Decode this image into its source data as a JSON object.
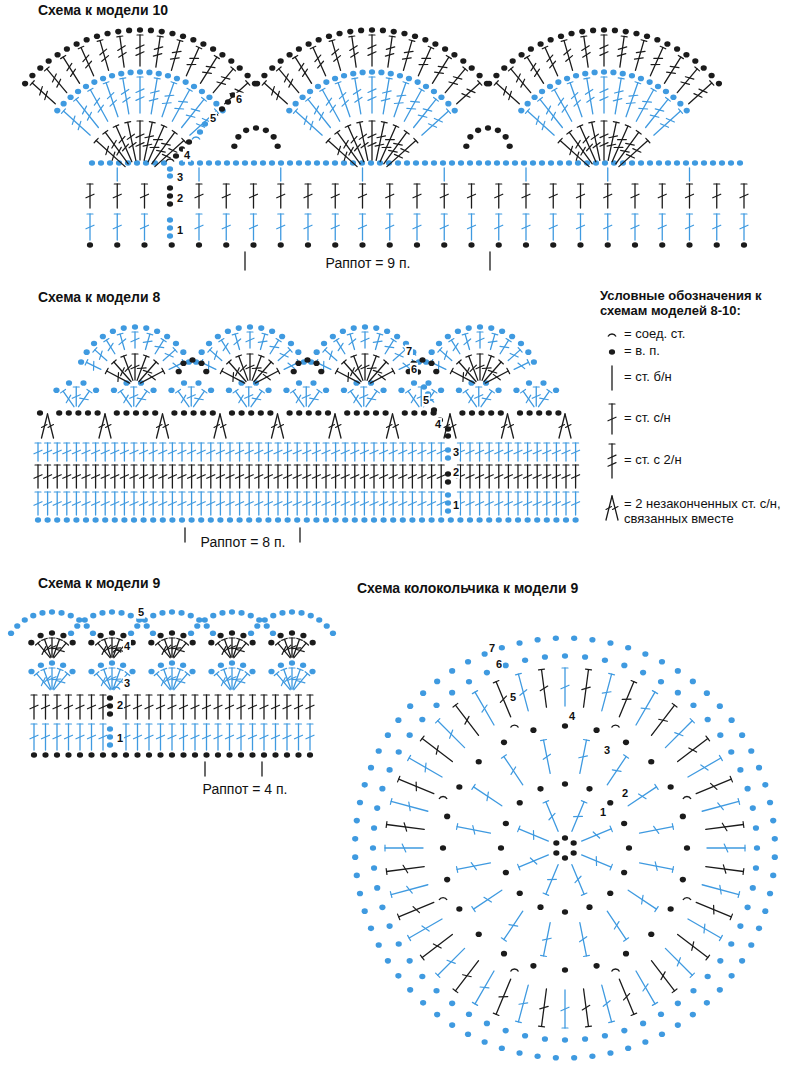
{
  "diagram": {
    "labels": [
      "Схема к модели 10",
      "1",
      "2",
      "3",
      "4",
      "5",
      "6",
      "Раппот = 9 п.",
      "Схема к модели 8",
      "1",
      "2",
      "3",
      "4",
      "5",
      "6",
      "7",
      "Раппот = 8 п.",
      "Условные обозначения к схемам моделей 8-10:",
      "Схема к модели 9",
      "1",
      "2",
      "3",
      "4",
      "5",
      "Раппот = 4 п.",
      "Схема колокольчика к модели 9",
      "1",
      "2",
      "3",
      "4",
      "5",
      "6",
      "7"
    ],
    "legend": [
      {
        "text": "= соед. ст."
      },
      {
        "text": "= в. п."
      },
      {
        "text": "= ст. б/н"
      },
      {
        "text": "= ст. с/н"
      },
      {
        "text": "= ст. с 2/н"
      },
      {
        "text": "= 2 незаконченных ст. с/н, связанных вместе"
      }
    ]
  }
}
